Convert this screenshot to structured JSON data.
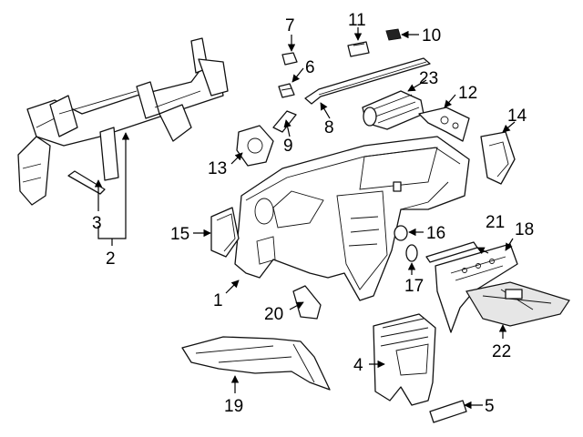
{
  "callouts": {
    "c1": "1",
    "c2": "2",
    "c3": "3",
    "c4": "4",
    "c5": "5",
    "c6": "6",
    "c7": "7",
    "c8": "8",
    "c9": "9",
    "c10": "10",
    "c11": "11",
    "c12": "12",
    "c13": "13",
    "c14": "14",
    "c15": "15",
    "c16": "16",
    "c17": "17",
    "c18": "18",
    "c19": "19",
    "c20": "20",
    "c21": "21",
    "c22": "22",
    "c23": "23"
  },
  "colors": {
    "line": "#111111",
    "background": "#ffffff",
    "shade": "#e6e6e6"
  }
}
